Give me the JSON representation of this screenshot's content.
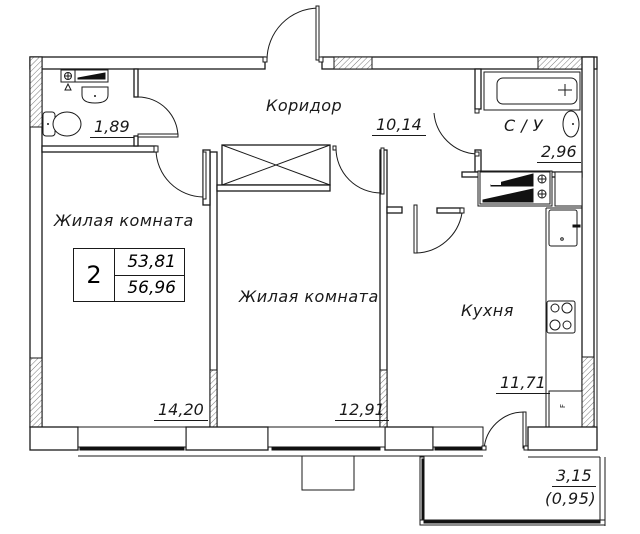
{
  "plan": {
    "type": "apartment-floor-plan",
    "rooms_count": "2",
    "living_area": "53,81",
    "total_area": "56,96"
  },
  "rooms": {
    "wc": {
      "name": "",
      "area": "1,89"
    },
    "corridor": {
      "name": "Коридор",
      "area": "10,14"
    },
    "bathroom": {
      "name": "С / У",
      "area": "2,96"
    },
    "living_room_1": {
      "name": "Жилая комната",
      "area": "14,20"
    },
    "living_room_2": {
      "name": "Жилая комната",
      "area": "12,91"
    },
    "kitchen": {
      "name": "Кухня",
      "area": "11,71"
    },
    "balcony": {
      "name": "",
      "area": "3,15",
      "reduced_area": "(0,95)"
    }
  },
  "fixtures": {
    "fridge_label": "F"
  },
  "colors": {
    "line": "#1a1a1a",
    "background": "#ffffff"
  }
}
